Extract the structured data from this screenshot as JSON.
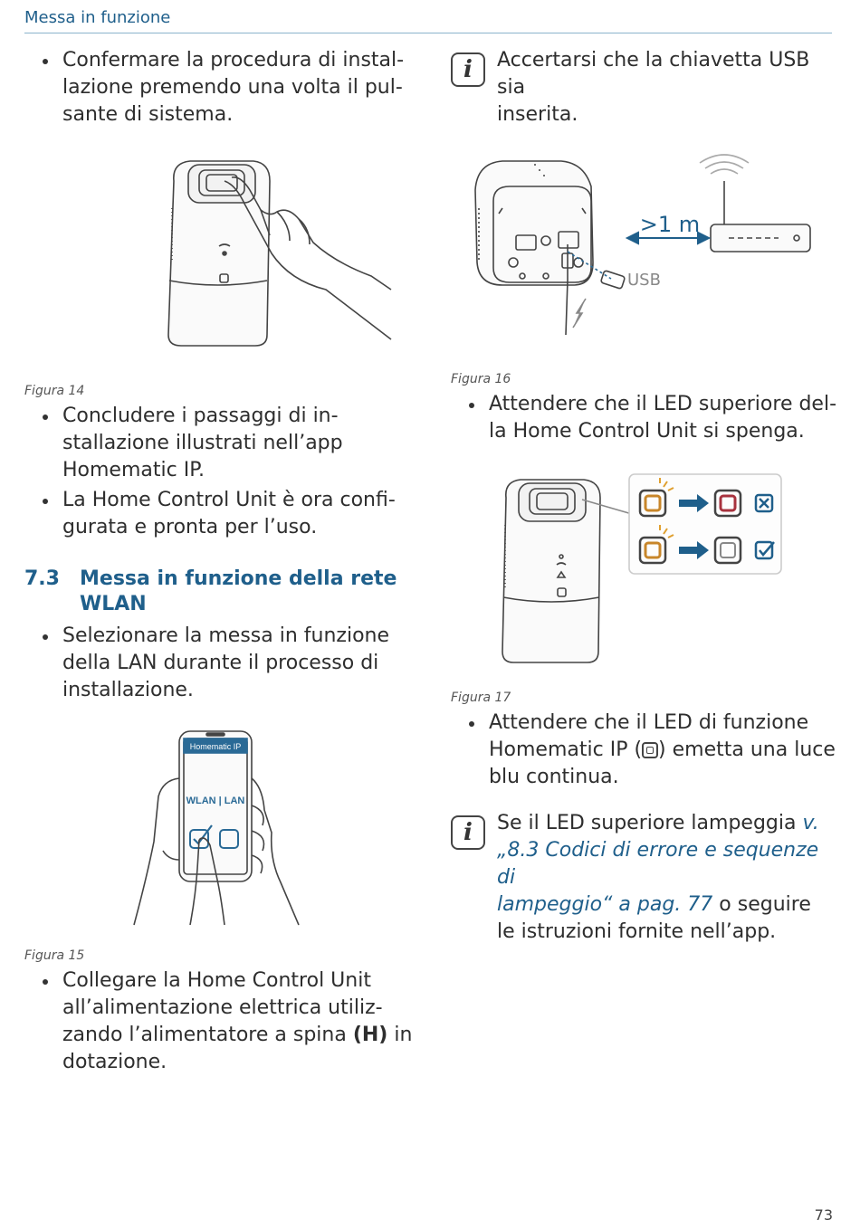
{
  "header": {
    "title": "Messa in funzione"
  },
  "left": {
    "b1": "Confermare la procedura di instal-lazione premendo una volta il pul-sante di sistema.",
    "b1_lines": [
      "Confermare la procedura di instal-",
      "lazione premendo una volta il pul-",
      "sante di sistema."
    ],
    "fig14": "Figura 14",
    "b2_lines": [
      "Concludere i passaggi di in-",
      "stallazione illustrati nell’app",
      "Homematic IP."
    ],
    "b3_lines": [
      "La Home Control Unit è ora confi-",
      "gurata e pronta per l’uso."
    ],
    "section_num": "7.3",
    "section_title_lines": [
      "Messa in funzione della rete",
      "WLAN"
    ],
    "b4_lines": [
      "Selezionare la messa in funzione",
      "della LAN durante il processo di",
      "installazione."
    ],
    "phone_header": "Homematic IP",
    "phone_label": "WLAN | LAN",
    "fig15": "Figura 15",
    "b5_line1": "Collegare la Home Control Unit",
    "b5_line2": "all’alimentazione elettrica utiliz-",
    "b5_line3_pre": "zando l’alimentatore a spina ",
    "b5_line3_bold": "(H)",
    "b5_line3_post": " in",
    "b5_line4": "dotazione."
  },
  "right": {
    "note1_lines": [
      "Accertarsi che la chiavetta USB sia",
      "inserita."
    ],
    "distance": ">1 m",
    "usb": "USB",
    "fig16": "Figura 16",
    "b6_lines": [
      "Attendere che il LED superiore del-",
      "la Home Control Unit si spenga."
    ],
    "fig17": "Figura 17",
    "b7_line1": "Attendere che il LED di funzione",
    "b7_line2_pre": "Homematic IP (",
    "b7_line2_post": ") emetta una luce",
    "b7_line3": "blu continua.",
    "note2_line1_pre": "Se il LED superiore lampeggia ",
    "note2_line1_ref": "v.",
    "note2_line2_ref": "„8.3 Codici di errore e sequenze di",
    "note2_line3_ref": "lampeggio“ a pag. 77",
    "note2_line3_post": " o seguire",
    "note2_line4": "le istruzioni fornite nell’app."
  },
  "info_glyph": "i",
  "page_number": "73",
  "colors": {
    "accent": "#1f5f8b",
    "led_orange": "#c8862a",
    "led_red": "#a8323e",
    "arrow": "#1f5f8b"
  }
}
